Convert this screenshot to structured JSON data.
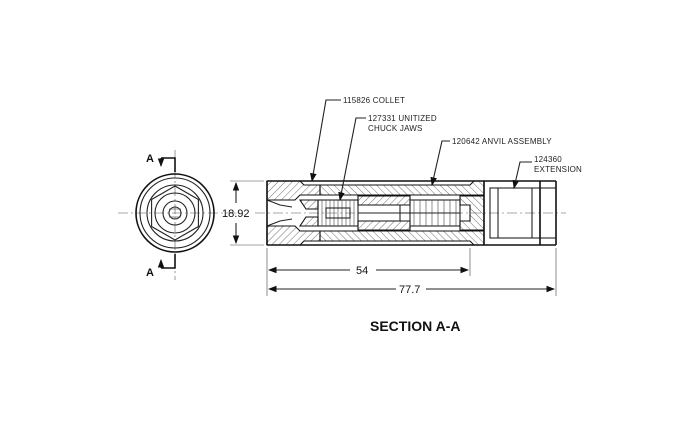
{
  "section_letter_top": "A",
  "section_letter_bottom": "A",
  "callouts": {
    "collet": "115826 COLLET",
    "chuck_line1": "127331 UNITIZED",
    "chuck_line2": "CHUCK JAWS",
    "anvil": "120642 ANVIL ASSEMBLY",
    "extension_line1": "124360",
    "extension_line2": "EXTENSION"
  },
  "dimensions": {
    "diameter": "18.92",
    "length_short": "54",
    "length_total": "77.7"
  },
  "section_title": "SECTION A-A"
}
